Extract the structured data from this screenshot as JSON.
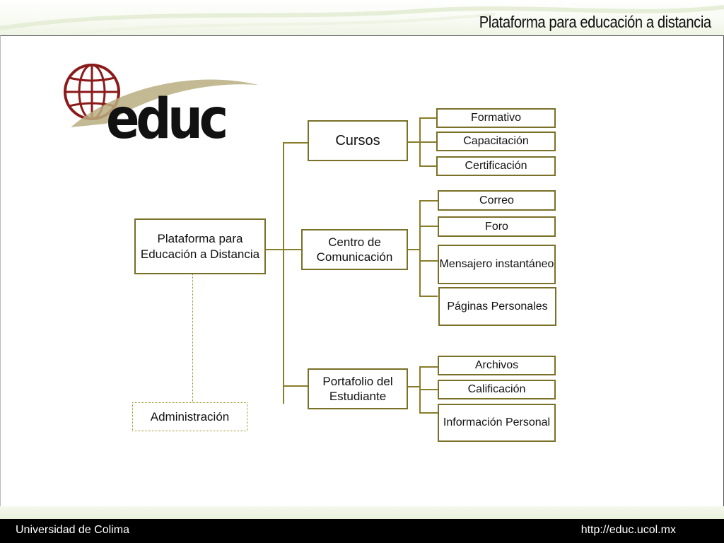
{
  "slide": {
    "title": "Plataforma para educación a distancia"
  },
  "logo": {
    "text": "educ",
    "icon": "globe-icon"
  },
  "diagram": {
    "root": "Plataforma para Educación a Distancia",
    "admin": "Administración",
    "branches": [
      {
        "label": "Cursos",
        "children": [
          "Formativo",
          "Capacitación",
          "Certificación"
        ]
      },
      {
        "label": "Centro de Comunicación",
        "children": [
          "Correo",
          "Foro",
          "Mensajero instantáneo",
          "Páginas Personales"
        ]
      },
      {
        "label": "Portafolio del Estudiante",
        "children": [
          "Archivos",
          "Calificación",
          "Información Personal"
        ]
      }
    ]
  },
  "footer": {
    "left": "Universidad de Colima",
    "right": "http://educ.ucol.mx"
  },
  "colors": {
    "line": "#8a7d2a",
    "border": "#7a7028",
    "footer_bg": "#000000",
    "logo_red": "#8b1a1a"
  }
}
